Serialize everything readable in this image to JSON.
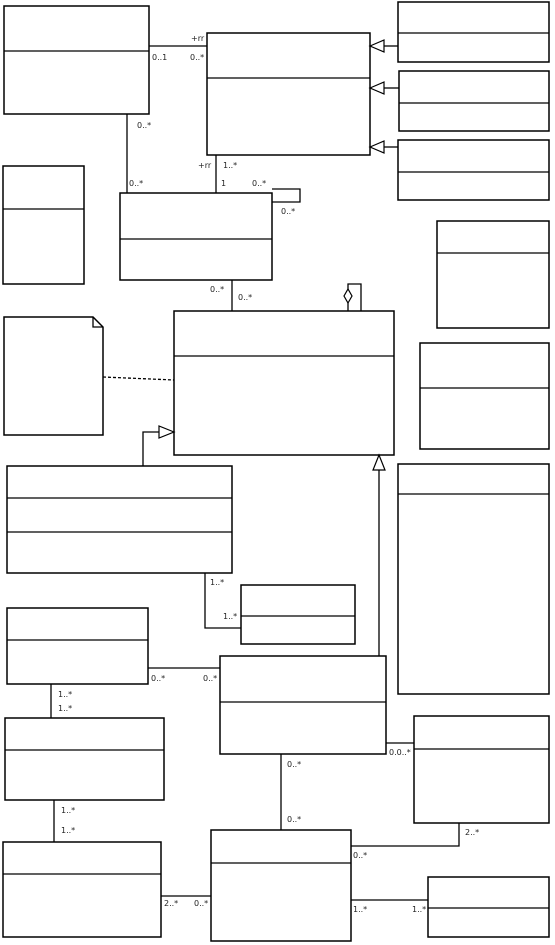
{
  "diagram": {
    "multiplicities": {
      "m1": "0..1",
      "m2": "0..*",
      "m3": "0..*",
      "m4": "0..*",
      "m5": "1..*",
      "m6": "1",
      "m7": "0..*",
      "m8": "0..*",
      "m9": "0..*",
      "m10": "0..*",
      "m11": "1..*",
      "m12": "1..*",
      "m13": "0..*",
      "m14": "0..*",
      "m15": "1..*",
      "m16": "1..*",
      "m17": "0.0..*",
      "m18": "0..*",
      "m19": "0..*",
      "m20": "1..*",
      "m21": "1..*",
      "m22": "2..*",
      "m23": "0..*",
      "m24": "2..*",
      "m25": "0..*",
      "m26": "1..*",
      "m27": "1..*"
    },
    "roles": {
      "r1": "+rr",
      "r2": "+rr"
    }
  }
}
